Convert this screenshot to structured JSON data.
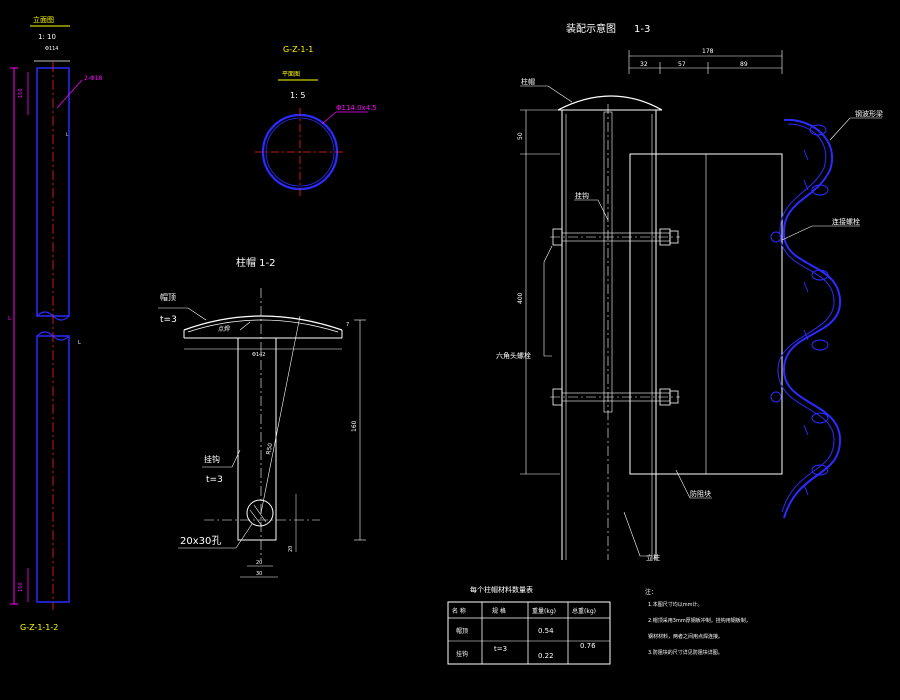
{
  "left_view": {
    "title": "立面图",
    "scale": "1:  10",
    "label_pipe": "Φ114",
    "label_callout": "2-Φ18",
    "dim_top": "L",
    "dim_total": "L",
    "dim_side": "L",
    "dim_a": "150",
    "dim_b": "150",
    "drawing_id": "G-Z-1-1-2"
  },
  "section_view": {
    "code": "G-Z-1-1",
    "title": "平面图",
    "scale": "1:  5",
    "label": "Φ114.0x4.5"
  },
  "cap_view": {
    "title": "柱帽  1-2",
    "cap_plate_label": "帽顶",
    "cap_plate_t": "t=3",
    "weld_label": "点焊",
    "hook_label": "挂钩",
    "hook_t": "t=3",
    "hole_label": "20x30孔",
    "dim_width": "Φ142",
    "dim_height": "160",
    "dim_diag": "R50",
    "dim_small": "7",
    "dim_bottom_a": "20",
    "dim_bottom_b": "30",
    "dim_side": "20"
  },
  "assembly_view": {
    "title": "装配示意图",
    "number": "1-3",
    "dim_total": "178",
    "dim_1": "32",
    "dim_2": "57",
    "dim_3": "89",
    "dim_v1": "50",
    "dim_v2": "400",
    "cap_label": "柱帽",
    "hook_label": "挂钩",
    "bolt_label": "六角头螺栓",
    "block_label": "防阻块",
    "post_label": "立柱",
    "wave_label": "钢波形梁",
    "connect_label": "连接螺栓"
  },
  "table": {
    "title": "每个柱帽材料数量表",
    "headers": [
      "名  称",
      "规  格",
      "重量(kg)",
      "总重(kg)"
    ],
    "rows": [
      {
        "name": "帽顶",
        "spec": "t=3",
        "weight": "0.54",
        "total": "0.76"
      },
      {
        "name": "挂钩",
        "spec": "",
        "weight": "0.22",
        "total": ""
      }
    ]
  },
  "notes": {
    "title": "注：",
    "items": [
      "1.本图尺寸均以mm计。",
      "2.帽顶采用3mm厚钢板冲制，挂钩用钢板制，",
      "   钢材材料，两者之间用点焊连接。",
      "3.防阻块的尺寸详见防阻块详图。"
    ]
  },
  "colors": {
    "white": "#ffffff",
    "blue": "#2b2bff",
    "magenta": "#ff00ff",
    "red": "#ff2020",
    "yellow": "#ffff00"
  }
}
